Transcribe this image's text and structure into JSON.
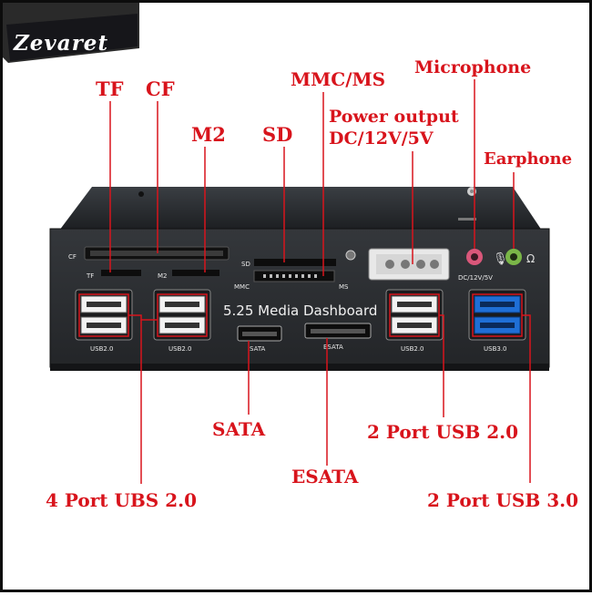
{
  "brand": {
    "name": "Zevaret"
  },
  "product": {
    "panel_title": "5.25 Media Dashboard",
    "port_labels": {
      "cf": "CF",
      "tf": "TF",
      "m2": "M2",
      "sd": "SD",
      "mmc": "MMC",
      "ms": "MS",
      "dc": "DC/12V/5V",
      "usb_left_1": "USB2.0",
      "usb_left_2": "USB2.0",
      "usb_right_1": "USB2.0",
      "usb_right_2": "USB3.0",
      "sata": "SATA",
      "esata": "ESATA"
    }
  },
  "callouts": {
    "tf": "TF",
    "cf": "CF",
    "m2": "M2",
    "sd": "SD",
    "mmc_ms": "MMC/MS",
    "power": "Power output\nDC/12V/5V",
    "microphone": "Microphone",
    "earphone": "Earphone",
    "sata": "SATA",
    "usb2_2port": "2 Port USB 2.0",
    "esata": "ESATA",
    "usb2_4port": "4 Port UBS 2.0",
    "usb3_2port": "2 Port USB 3.0"
  },
  "colors": {
    "callout": "#d8141c",
    "panel": "#2a2d31",
    "usb3_blue": "#1f6fd6",
    "mic_pink": "#d9577a",
    "earphone_green": "#7ab648"
  }
}
